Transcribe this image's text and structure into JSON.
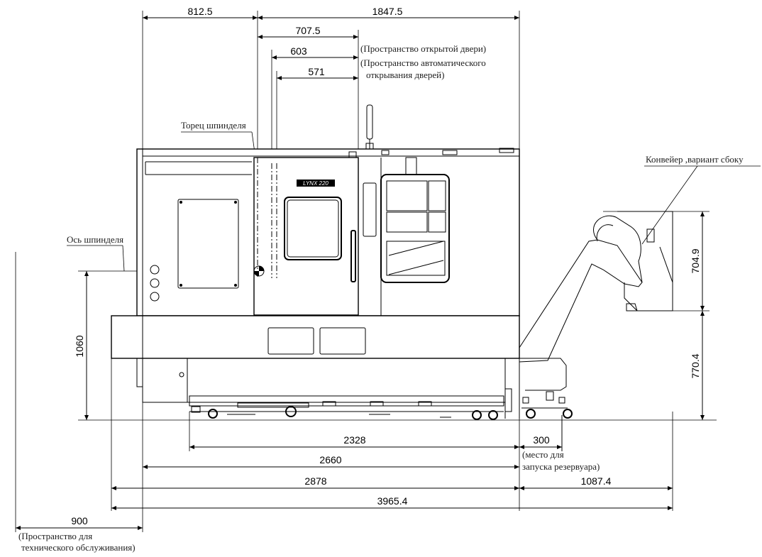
{
  "dimensions": {
    "top_left": "812.5",
    "top_right": "1847.5",
    "door_open": "707.5",
    "auto_door": "603",
    "inner": "571",
    "height_1060": "1060",
    "conveyor_upper": "704.9",
    "conveyor_lower": "770.4",
    "base_2328": "2328",
    "tank_300": "300",
    "base_2660": "2660",
    "base_2878": "2878",
    "conveyor_width": "1087.4",
    "overall": "3965.4",
    "service": "900"
  },
  "notes": {
    "door_space": "(Пространство открытой двери)",
    "auto_door_line1": "(Пространство автоматического",
    "auto_door_line2": "открывания дверей)",
    "spindle_face": "Торец шпинделя",
    "spindle_axis": "Ось шпинделя",
    "conveyor": "Конвейер ,вариант сбоку",
    "tank_line1": "(место для",
    "tank_line2": "запуска резервуара)",
    "service_line1": "(Пространство для",
    "service_line2": "технического обслуживания)"
  },
  "logo_text": "LYNX 220"
}
